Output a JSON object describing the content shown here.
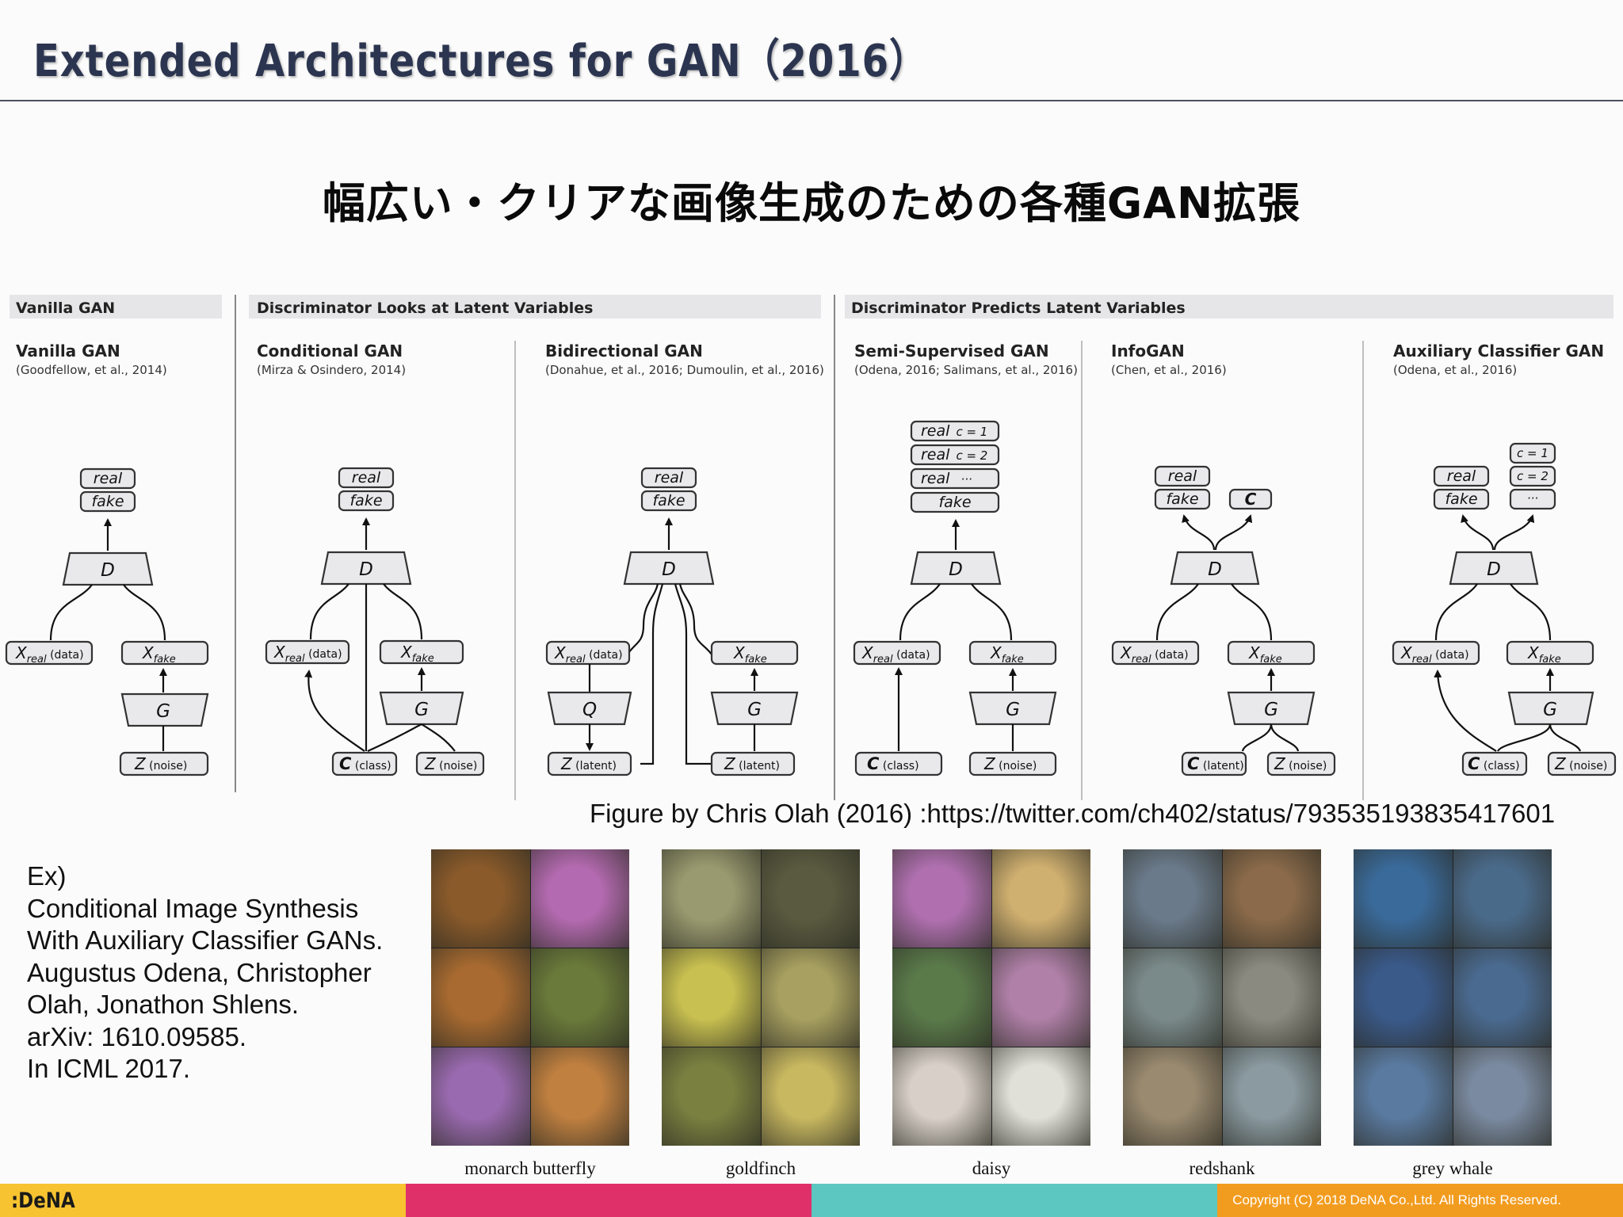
{
  "title": "Extended Architectures for GAN（2016）",
  "subtitle": "幅広い・クリアな画像生成のための各種GAN拡張",
  "diagram": {
    "section_headers": [
      "Vanilla GAN",
      "Discriminator Looks at Latent Variables",
      "Discriminator Predicts Latent Variables"
    ],
    "models": [
      {
        "name": "Vanilla GAN",
        "cite": "(Goodfellow, et al., 2014)"
      },
      {
        "name": "Conditional GAN",
        "cite": "(Mirza & Osindero, 2014)"
      },
      {
        "name": "Bidirectional GAN",
        "cite": "(Donahue, et al., 2016;  Dumoulin, et al., 2016)"
      },
      {
        "name": "Semi-Supervised GAN",
        "cite": "(Odena, 2016;  Salimans, et al., 2016)"
      },
      {
        "name": "InfoGAN",
        "cite": "(Chen, et al., 2016)"
      },
      {
        "name": "Auxiliary Classifier GAN",
        "cite": "(Odena, et al., 2016)"
      }
    ]
  },
  "figure_credit": "Figure by Chris Olah (2016) :https://twitter.com/ch402/status/793535193835417601",
  "reference_lines": [
    "Ex)",
    "Conditional Image Synthesis",
    "With Auxiliary Classifier GANs.",
    "Augustus Odena, Christopher",
    "Olah, Jonathon Shlens.",
    "arXiv: 1610.09585.",
    "In ICML 2017."
  ],
  "sample_groups": [
    {
      "caption": "monarch butterfly",
      "colors": [
        "#8a5a2a",
        "#b46ab0",
        "#a86a30",
        "#6a7a3a",
        "#9a6ab0",
        "#c08040"
      ]
    },
    {
      "caption": "goldfinch",
      "colors": [
        "#9a9a70",
        "#5a5a40",
        "#c8c050",
        "#a8a060",
        "#7a8040",
        "#c8b860"
      ]
    },
    {
      "caption": "daisy",
      "colors": [
        "#b070b0",
        "#d0b070",
        "#5a7a4a",
        "#b080a8",
        "#d8d0c8",
        "#e0e0d8"
      ]
    },
    {
      "caption": "redshank",
      "colors": [
        "#6a7a8a",
        "#8a6a4a",
        "#7a8a8a",
        "#8a8a80",
        "#9a8a70",
        "#8a9aa0"
      ]
    },
    {
      "caption": "grey whale",
      "colors": [
        "#3a6a9a",
        "#4a6a8a",
        "#3a5a8a",
        "#4a6a90",
        "#5a7aa0",
        "#7a8aa0"
      ]
    }
  ],
  "footer": {
    "logo": ":DeNA",
    "copyright": "Copyright (C) 2018 DeNA Co.,Ltd. All Rights Reserved.",
    "colors": [
      "#f7c330",
      "#e0306a",
      "#5cc6c0",
      "#f29c1f"
    ]
  }
}
